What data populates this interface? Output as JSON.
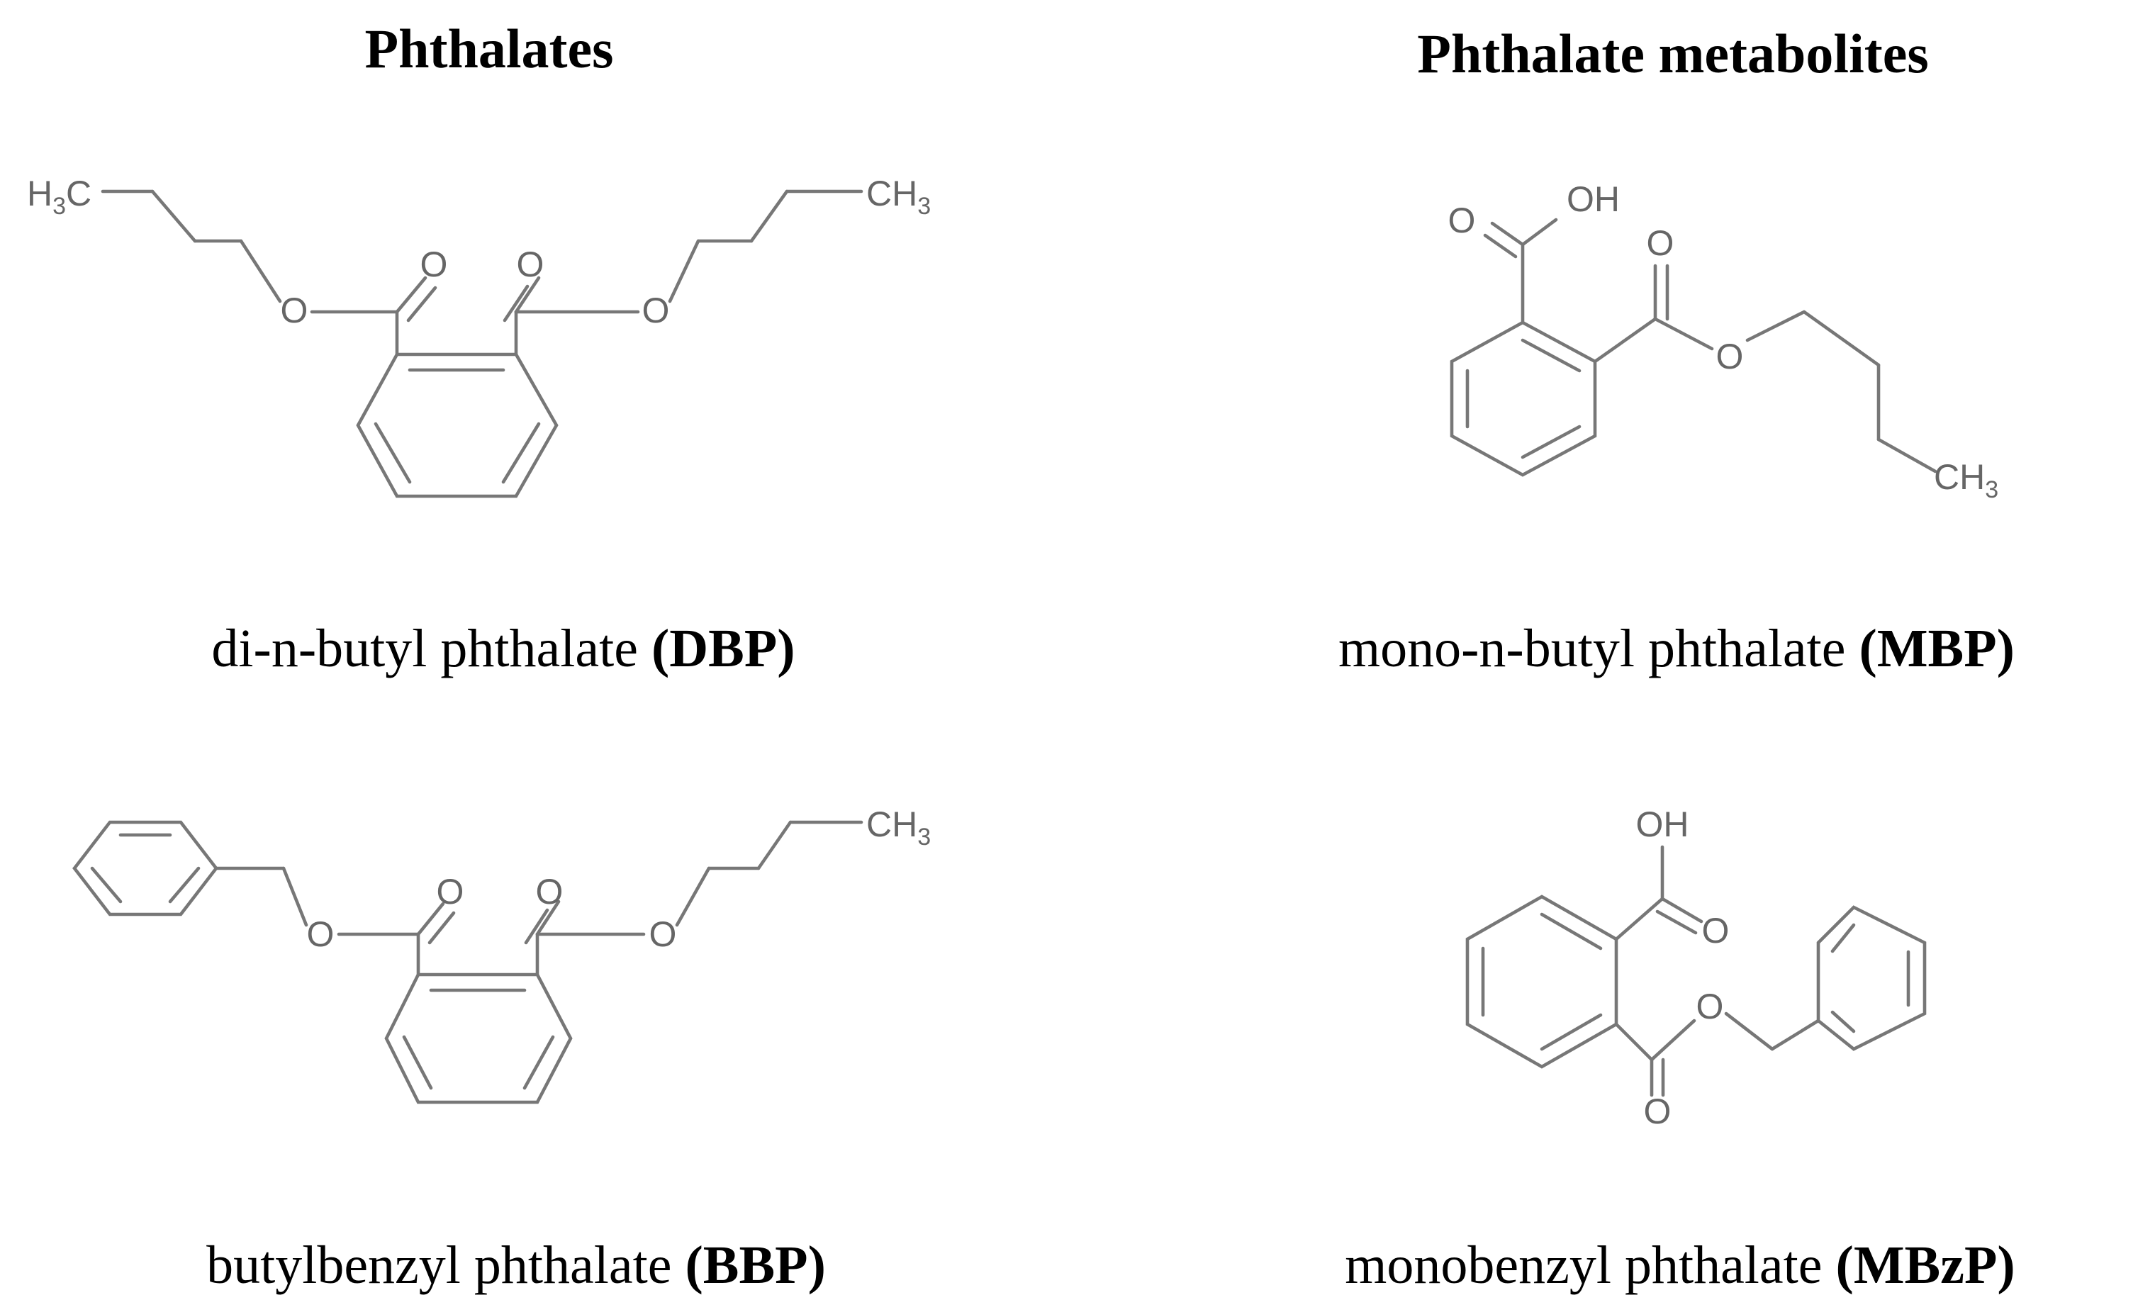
{
  "headers": {
    "left": "Phthalates",
    "right": "Phthalate metabolites"
  },
  "compounds": [
    {
      "name": "di-n-butyl phthalate ",
      "abbr": "(DBP)"
    },
    {
      "name": "mono-n-butyl phthalate ",
      "abbr": "(MBP)"
    },
    {
      "name": "butylbenzyl phthalate ",
      "abbr": "(BBP)"
    },
    {
      "name": "monobenzyl phthalate ",
      "abbr": "(MBzP)"
    }
  ],
  "atoms": {
    "oxygen": "O",
    "hydroxyl": "OH",
    "methyl_left": {
      "main": "H",
      "sub": "3",
      "tail": "C"
    },
    "methyl_right": {
      "main": "CH",
      "sub": "3"
    }
  }
}
